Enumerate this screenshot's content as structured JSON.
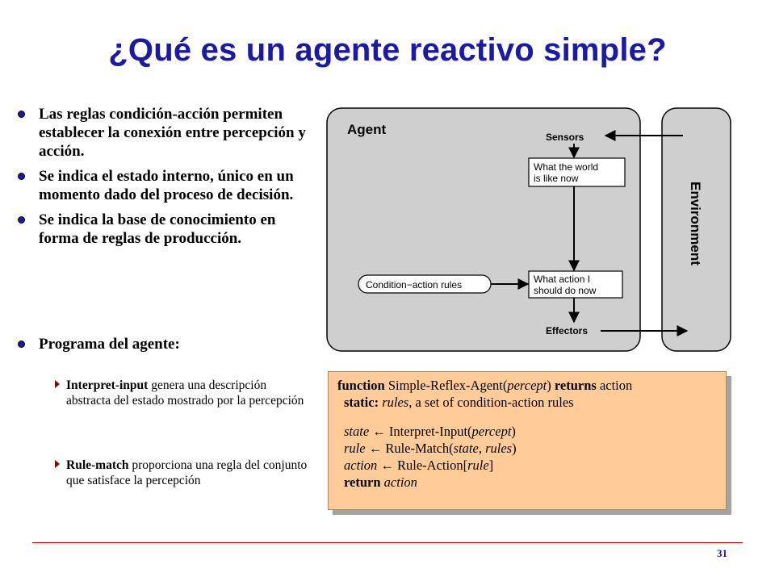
{
  "slide": {
    "title": "¿Qué es un agente reactivo simple?",
    "page_number": "31"
  },
  "bullets": [
    "Las reglas condición-acción permiten establecer la conexión entre percepción y acción.",
    "Se indica el estado interno, único en un momento dado del proceso de decisión.",
    "Se indica la base de conocimiento en forma de reglas de producción.",
    "Programa del agente:"
  ],
  "sub_bullets": [
    {
      "term": "Interpret-input",
      "rest": " genera una descripción abstracta del estado mostrado por la percepción"
    },
    {
      "term": "Rule-match",
      "rest": " proporciona una regla del conjunto que satisface la percepción"
    }
  ],
  "diagram": {
    "agent_label": "Agent",
    "environment_label": "Environment",
    "sensors": "Sensors",
    "effectors": "Effectors",
    "world_line1": "What the world",
    "world_line2": "is like now",
    "action_line1": "What action I",
    "action_line2": "should do now",
    "rules": "Condition−action rules",
    "colors": {
      "agent_fill": "#cfcfcf",
      "box_fill": "#ffffff",
      "stroke": "#000000"
    }
  },
  "code": {
    "l1_kw_function": "function",
    "l1_name": " Simple-Reflex-Agent(",
    "l1_param": "percept",
    "l1_close": ")  ",
    "l1_kw_returns": "returns",
    "l1_action": " action",
    "l2_kw_static": "static:",
    "l2_var": " rules",
    "l2_rest": ", a set of condition-action rules",
    "l3_var": "state",
    "l3_arrow": " ← ",
    "l3_fn": "Interpret-Input(",
    "l3_arg": "percept",
    "l3_close": ")",
    "l4_var": "rule",
    "l4_arrow": " ← ",
    "l4_fn": "Rule-Match(",
    "l4_arg": "state, rules",
    "l4_close": ")",
    "l5_var": "action",
    "l5_arrow": " ← ",
    "l5_fn": "Rule-Action[",
    "l5_arg": "rule",
    "l5_close": "]",
    "l6_kw_return": "return",
    "l6_var": " action",
    "colors": {
      "background": "#ffcc99",
      "shadow": "#a3a3a3"
    }
  }
}
